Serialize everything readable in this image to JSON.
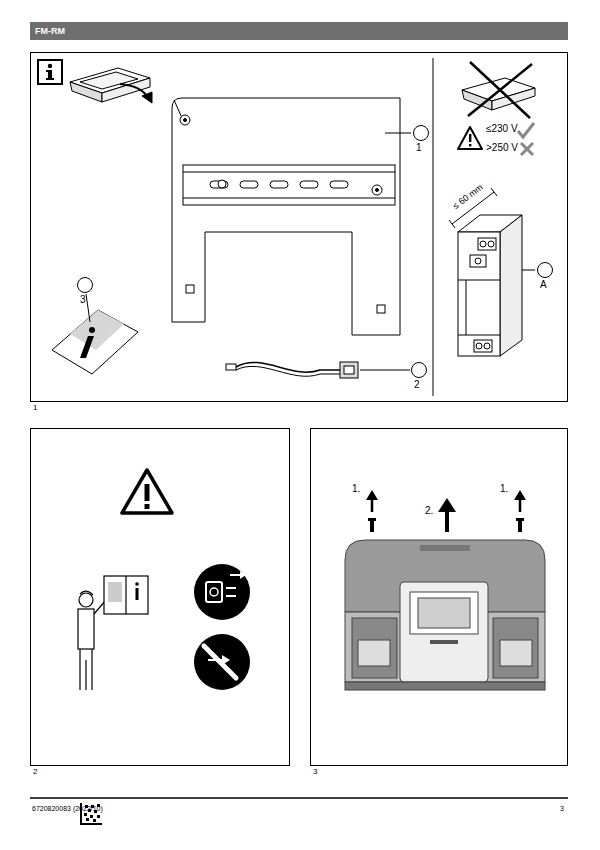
{
  "diagram": {
    "nodes": [
      {
        "text": [
          "FM-RM"
        ]
      },
      {
        "text": [
          "1"
        ]
      },
      {
        "text": [
          "1"
        ],
        "in": 1
      },
      {
        "text": [
          "2"
        ],
        "in": 1
      },
      {
        "text": [
          "3"
        ],
        "in": 1
      },
      {
        "text": [
          "A"
        ],
        "in": 1
      },
      {
        "text": [
          "2"
        ]
      },
      {
        "text": [
          "3"
        ]
      }
    ],
    "labels": [
      "≤230 V",
      ">250 V",
      "≤ 60 mm",
      "1.",
      "2.",
      "1.",
      "6720820083 (2022/10)",
      "3"
    ]
  }
}
